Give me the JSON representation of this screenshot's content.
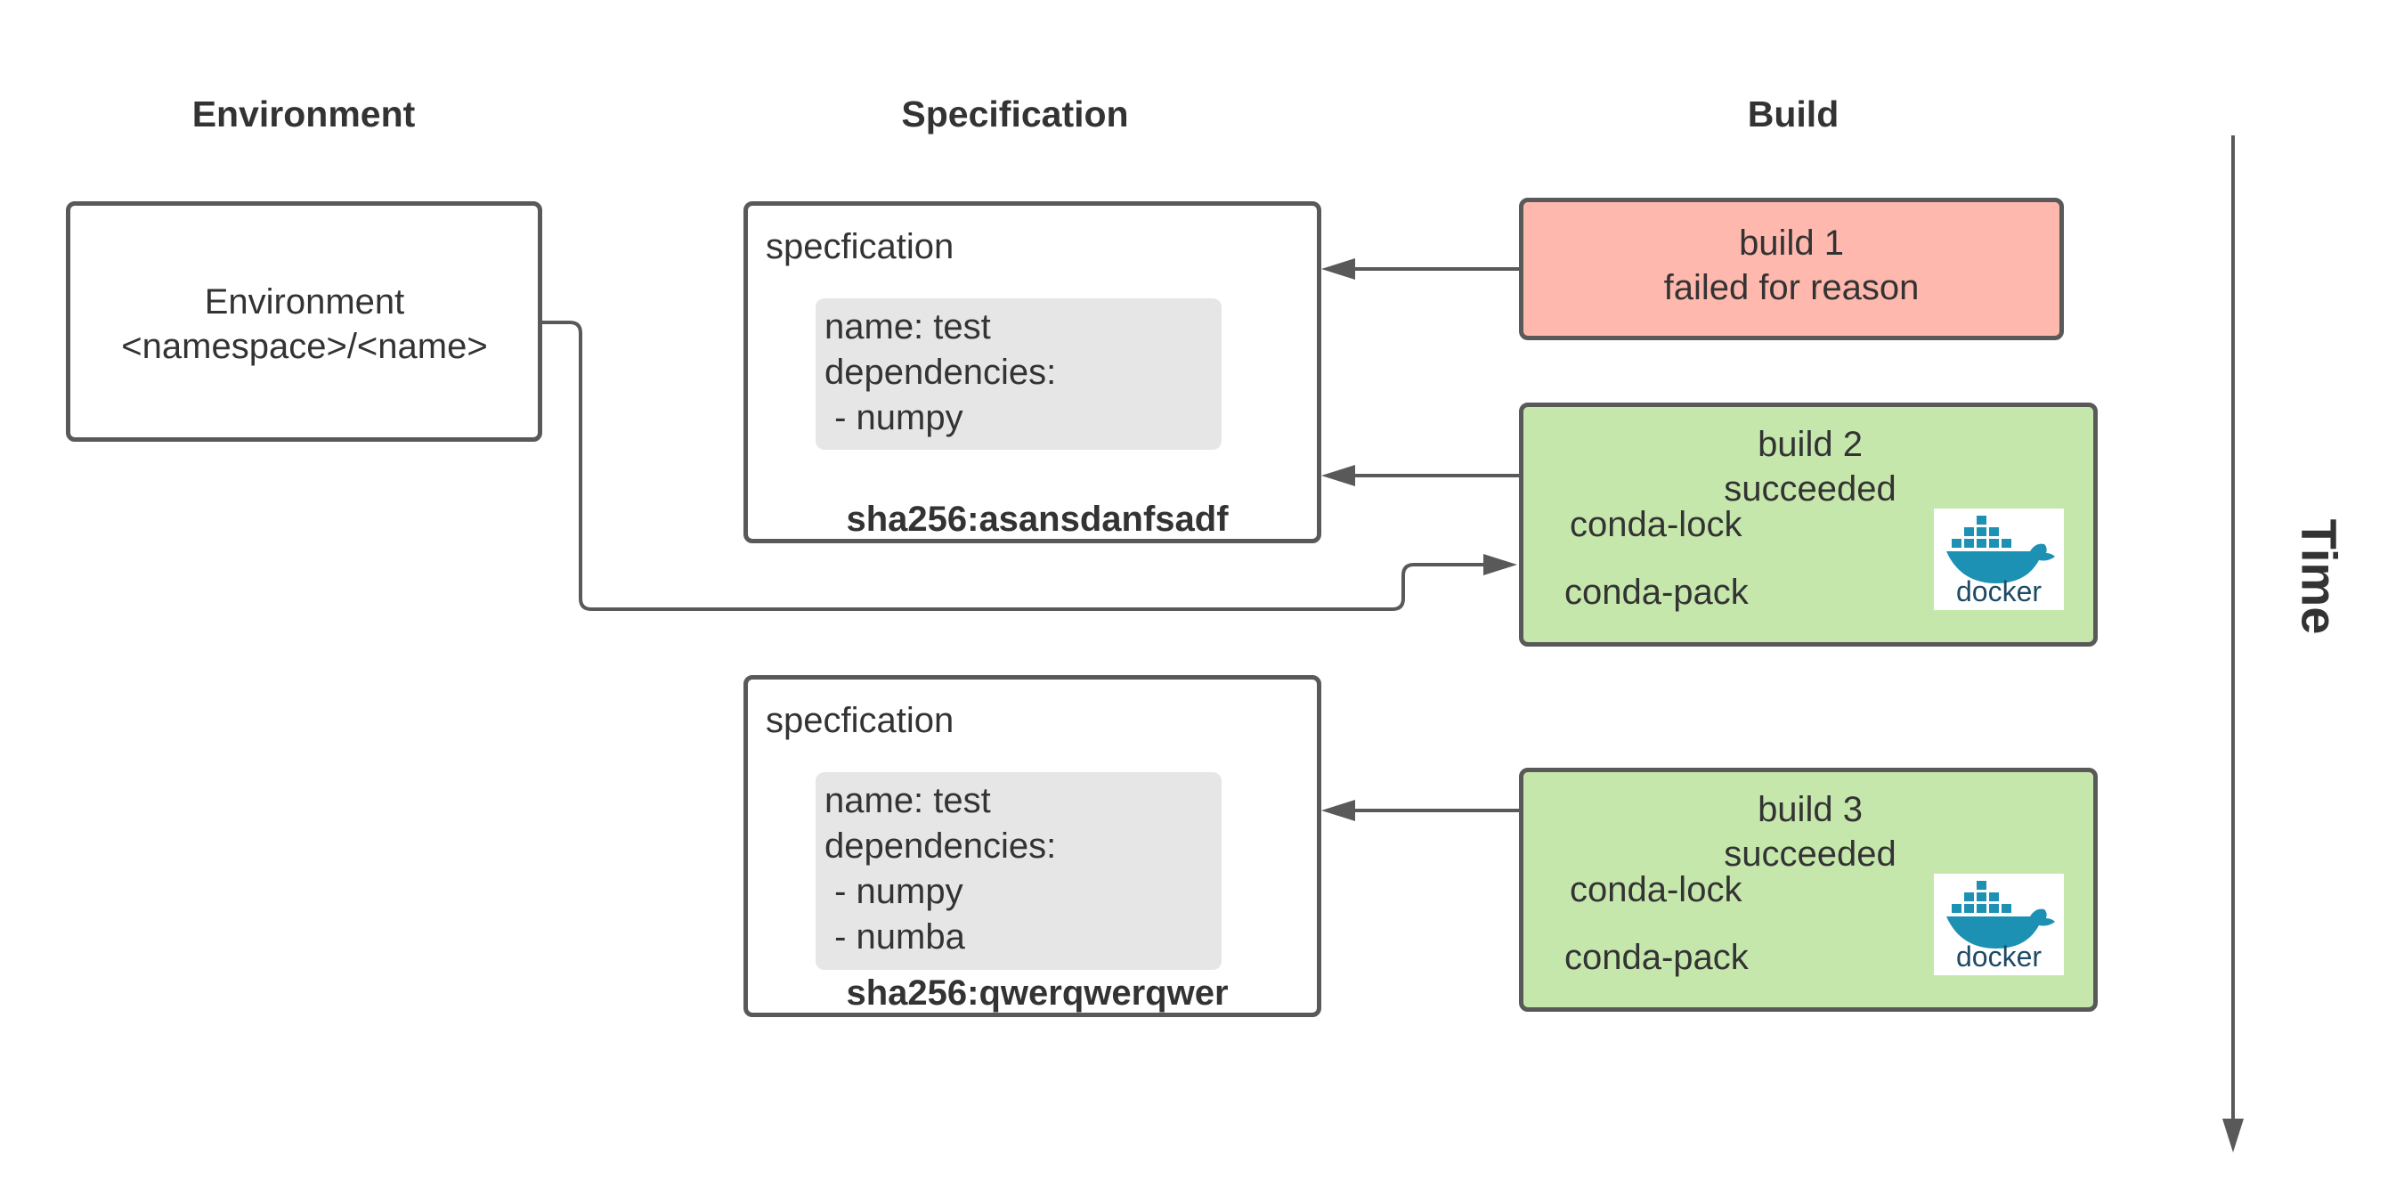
{
  "headers": {
    "environment": "Environment",
    "specification": "Specification",
    "build": "Build"
  },
  "environment_box": {
    "line1": "Environment",
    "line2": "<namespace>/<name>"
  },
  "spec1": {
    "title": "specfication",
    "code": [
      "name: test",
      "dependencies:",
      " - numpy"
    ],
    "hash": "sha256:asansdanfsadf"
  },
  "spec2": {
    "title": "specfication",
    "code": [
      "name: test",
      "dependencies:",
      " - numpy",
      " - numba"
    ],
    "hash": "sha256:qwerqwerqwer"
  },
  "build1": {
    "line1": "build 1",
    "line2": "failed for reason",
    "color": "#ffb8ae"
  },
  "build2": {
    "line1": "build 2",
    "line2": "succeeded",
    "item1": "conda-lock",
    "item2": "conda-pack",
    "logo": "docker",
    "color": "#c6e7ac"
  },
  "build3": {
    "line1": "build 3",
    "line2": "succeeded",
    "item1": "conda-lock",
    "item2": "conda-pack",
    "logo": "docker",
    "color": "#c6e7ac"
  },
  "time_label": "Time",
  "colors": {
    "line": "#595959",
    "failed": "#ffb8ae",
    "succeeded": "#c6e7ac",
    "docker_blue": "#1d91b4"
  }
}
